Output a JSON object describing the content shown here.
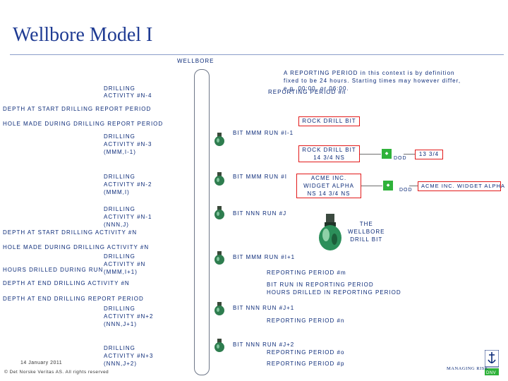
{
  "title": "Wellbore Model I",
  "wellbore_label": "WELLBORE",
  "reporting_period_definition": "A REPORTING PERIOD in this context is by definition fixed to be 24 hours. Starting times may however differ, e.g. 00:00, or 06:00.",
  "reporting_period_n": "REPORTING PERIOD #n",
  "activity_n_minus_4": [
    "DRILLING",
    "ACTIVITY #N-4"
  ],
  "depth_start_report": "DEPTH AT START DRILLING REPORT PERIOD",
  "hole_made_report": "HOLE MADE DURING DRILLING REPORT PERIOD",
  "activity_n_minus_3": [
    "DRILLING",
    "ACTIVITY #N-3",
    "(MMM,I-1)"
  ],
  "bit_mmm_run_i_minus_1": "BIT MMM RUN #I-1",
  "rock_drill_bit": "ROCK DRILL BIT",
  "rock_drill_bit_143": [
    "ROCK DRILL BIT",
    "14 3/4 NS"
  ],
  "dod_label_1": "DOD",
  "size_label": "13 3/4",
  "activity_n_minus_2": [
    "DRILLING",
    "ACTIVITY #N-2",
    "(MMM,I)"
  ],
  "bit_mmm_run_i": "BIT MMM RUN #I",
  "acme_box": [
    "ACME INC.",
    "WIDGET ALPHA",
    "NS 14 3/4 NS"
  ],
  "dod_label_2": "DOD",
  "acme_widget_alpha": "ACME INC. WIDGET ALPHA",
  "activity_n_minus_1": [
    "DRILLING",
    "ACTIVITY #N-1",
    "(NNN,J)"
  ],
  "bit_nnn_run_j": "BIT NNN RUN #J",
  "the_wellbore_drill_bit": [
    "THE",
    "WELLBORE",
    "DRILL BIT"
  ],
  "depth_start_activity": "DEPTH AT START DRILLING ACTIVITY #N",
  "hole_made_activity": "HOLE MADE DURING DRILLING ACTIVITY #N",
  "activity_n": [
    "DRILLING",
    "ACTIVITY #N",
    "(MMM,I+1)"
  ],
  "hours_drilled_run": "HOURS DRILLED DURING RUN",
  "bit_mmm_run_i_plus_1": "BIT MMM RUN #I+1",
  "reporting_period_m": "REPORTING PERIOD #m",
  "depth_end_activity": "DEPTH AT END DRILLING ACTIVITY #N",
  "bit_run_in_reporting_period": "BIT RUN IN REPORTING PERIOD",
  "hours_drilled_reporting_period": "HOURS DRILLED IN REPORTING PERIOD",
  "depth_end_report": "DEPTH AT END DRILLING REPORT PERIOD",
  "activity_n_plus_2": [
    "DRILLING",
    "ACTIVITY #N+2",
    "(NNN,J+1)"
  ],
  "bit_nnn_run_j_plus_1": "BIT NNN RUN #J+1",
  "reporting_period_n_lower": "REPORTING PERIOD #n",
  "activity_n_plus_3": [
    "DRILLING",
    "ACTIVITY #N+3",
    "(NNN,J+2)"
  ],
  "bit_nnn_run_j_plus_2": "BIT NNN RUN #J+2",
  "reporting_period_o": "REPORTING PERIOD #o",
  "reporting_period_p": "REPORTING PERIOD #p",
  "date": "14 January 2011",
  "copyright": "© Det Norske Veritas AS. All rights reserved",
  "managing_risk": "MANAGING RISK",
  "dnv_logo_text": "DNV",
  "colors": {
    "title": "#1f3b93",
    "text": "#0b2a78",
    "accent_green": "#2fb23a",
    "accent_red": "#e21a1a"
  },
  "icons": [
    "drill-bit-icon",
    "wellbore-drill-bit-icon",
    "dnv-logo-icon"
  ]
}
